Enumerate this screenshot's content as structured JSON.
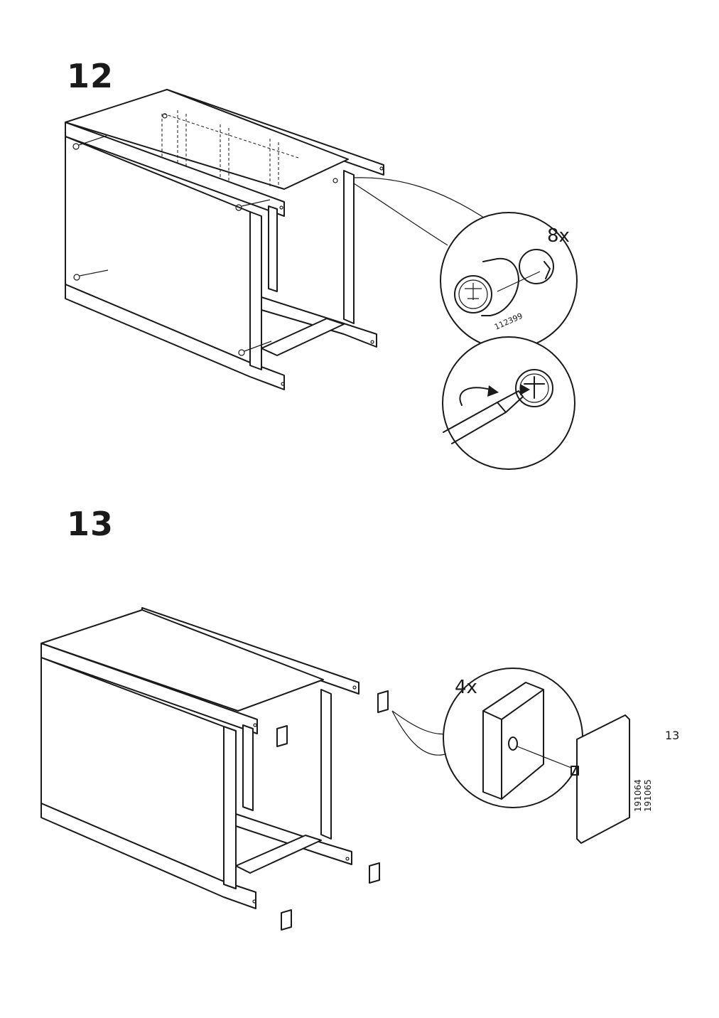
{
  "steps": [
    {
      "number": "12",
      "quantity": "8x",
      "part_number": "112399"
    },
    {
      "number": "13",
      "quantity": "4x",
      "part_numbers": [
        "191064",
        "191065"
      ]
    }
  ],
  "page_number": "13"
}
